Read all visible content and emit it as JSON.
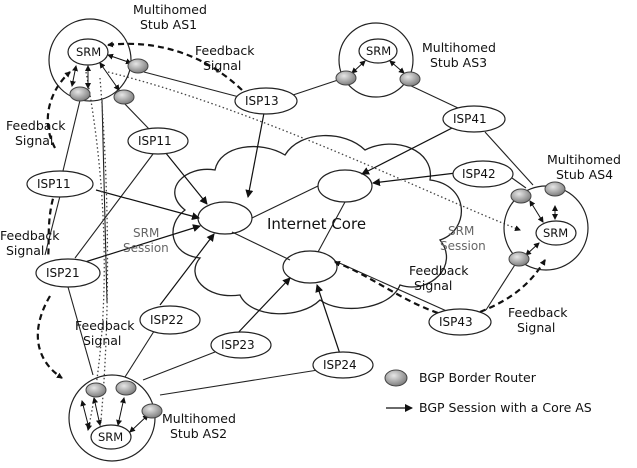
{
  "labels": {
    "as1": [
      "Multihomed",
      "Stub AS1"
    ],
    "as2": [
      "Multihomed",
      "Stub AS2"
    ],
    "as3": [
      "Multihomed",
      "Stub AS3"
    ],
    "as4": [
      "Multihomed",
      "Stub AS4"
    ],
    "core": "Internet Core",
    "srm": "SRM",
    "feedback": [
      "Feedback",
      "Signal"
    ],
    "srm_session": [
      "SRM",
      "Session"
    ]
  },
  "isps": [
    "ISP11",
    "ISP11",
    "ISP13",
    "ISP21",
    "ISP22",
    "ISP23",
    "ISP24",
    "ISP41",
    "ISP42",
    "ISP43"
  ],
  "legend": {
    "router": "BGP Border Router",
    "session": "BGP Session with a Core AS"
  }
}
